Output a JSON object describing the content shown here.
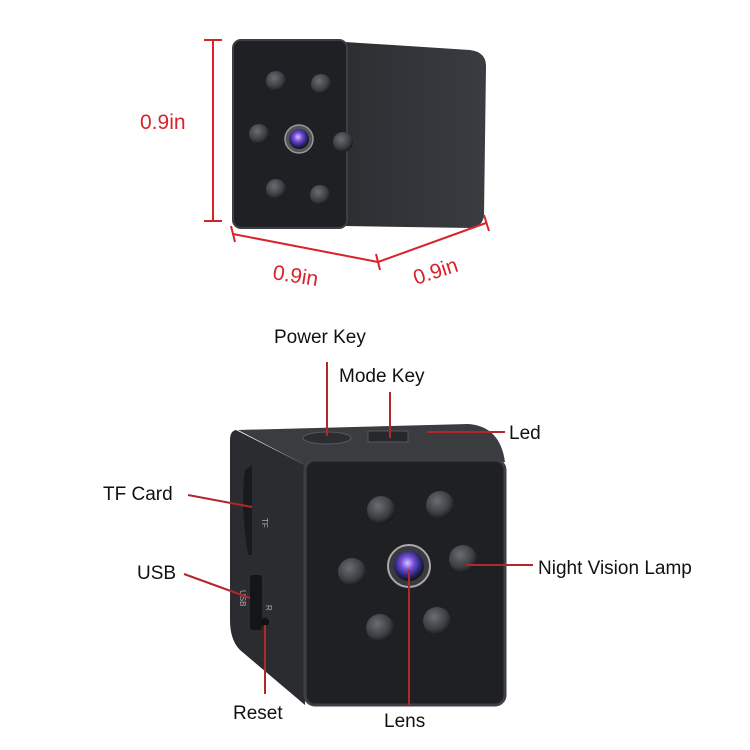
{
  "dimensions": {
    "height": "0.9in",
    "width": "0.9in",
    "depth": "0.9in"
  },
  "callouts": {
    "power_key": "Power Key",
    "mode_key": "Mode Key",
    "led": "Led",
    "tf_card": "TF Card",
    "usb": "USB",
    "night_vision": "Night Vision Lamp",
    "reset": "Reset",
    "lens": "Lens"
  },
  "port_labels": {
    "tf": "TF",
    "usb": "USB",
    "reset": "R"
  },
  "colors": {
    "dimension": "#d8232a",
    "leader": "#b3262c",
    "body": "#2e3034",
    "face": "#1f2124"
  }
}
